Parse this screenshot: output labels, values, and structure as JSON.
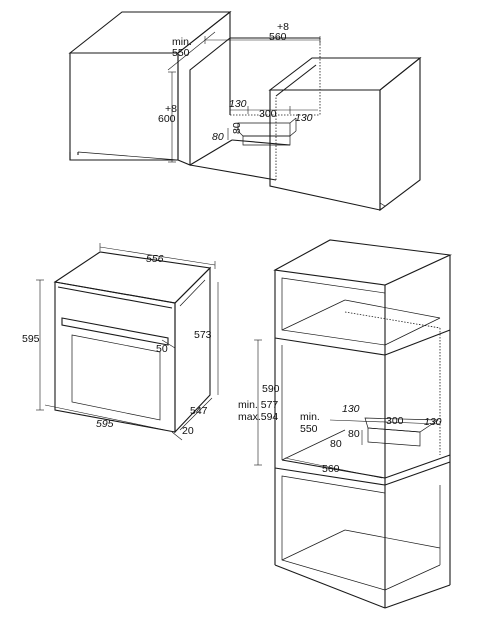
{
  "colors": {
    "line": "#1a1a1a",
    "text": "#111111",
    "background": "#ffffff"
  },
  "top": {
    "width_plus": "+8",
    "width": "560",
    "depth_min": "min.",
    "depth": "550",
    "height_plus": "+8",
    "height": "600",
    "vent_left": "130",
    "vent_mid": "300",
    "vent_right": "130",
    "vent_depth": "80",
    "vent_height": "80"
  },
  "oven": {
    "depth": "556",
    "height": "595",
    "body_height": "573",
    "front_width": "595",
    "body_depth": "547",
    "handle": "50",
    "panel": "20"
  },
  "tall": {
    "height": "590",
    "height_min": "min. 577",
    "height_max": "max.594",
    "depth_min": "min.",
    "depth": "550",
    "vent_left": "130",
    "vent_mid": "300",
    "vent_right": "130",
    "vent_depth": "80",
    "vent_height": "80",
    "width": "560"
  }
}
